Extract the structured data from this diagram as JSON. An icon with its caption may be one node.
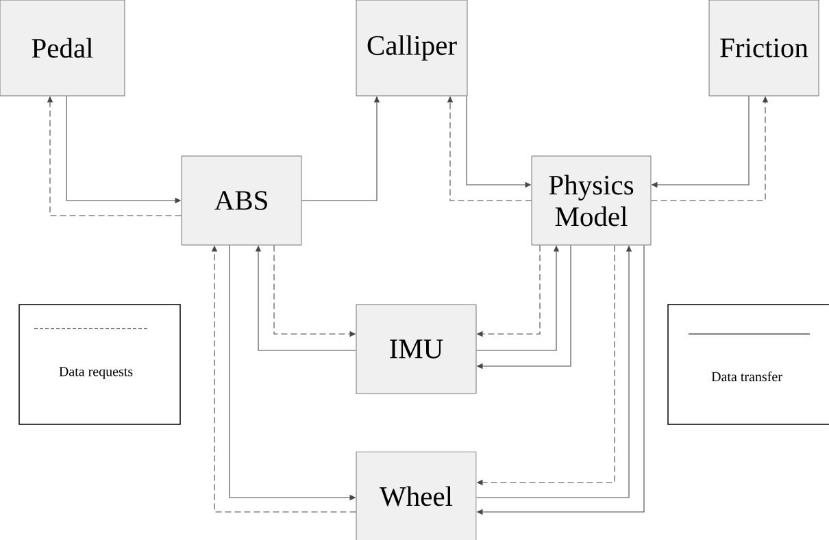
{
  "diagram": {
    "nodes": [
      {
        "text": [
          "Pedal"
        ]
      },
      {
        "text": [
          "Calliper"
        ]
      },
      {
        "text": [
          "Friction"
        ]
      },
      {
        "text": [
          "ABS"
        ]
      },
      {
        "text": [
          "Physics Model"
        ]
      },
      {
        "text": [
          "IMU"
        ]
      },
      {
        "text": [
          "Wheel"
        ]
      }
    ],
    "edges": [
      {
        "from": 0,
        "to": 3,
        "arrow": "to"
      },
      {
        "from": 3,
        "to": 0,
        "arrow": "to",
        "style": "dashed"
      },
      {
        "from": 3,
        "to": 1,
        "arrow": "to"
      },
      {
        "from": 1,
        "to": 4,
        "arrow": "to"
      },
      {
        "from": 4,
        "to": 1,
        "arrow": "to",
        "style": "dashed"
      },
      {
        "from": 2,
        "to": 4,
        "arrow": "to"
      },
      {
        "from": 4,
        "to": 2,
        "arrow": "to",
        "style": "dashed"
      },
      {
        "from": 5,
        "to": 3,
        "arrow": "to"
      },
      {
        "from": 3,
        "to": 5,
        "arrow": "to",
        "style": "dashed"
      },
      {
        "from": 4,
        "to": 5,
        "arrow": "to",
        "style": "dashed"
      },
      {
        "from": 5,
        "to": 4,
        "arrow": "to"
      },
      {
        "from": 4,
        "to": 5,
        "arrow": "to"
      },
      {
        "from": 3,
        "to": 6,
        "arrow": "to"
      },
      {
        "from": 6,
        "to": 3,
        "arrow": "to",
        "style": "dashed"
      },
      {
        "from": 4,
        "to": 6,
        "arrow": "to",
        "style": "dashed"
      },
      {
        "from": 6,
        "to": 4,
        "arrow": "to"
      },
      {
        "from": 4,
        "to": 6,
        "arrow": "to"
      }
    ],
    "legend": [
      {
        "text": "Data requests"
      },
      {
        "text": "Data transfer"
      }
    ]
  }
}
